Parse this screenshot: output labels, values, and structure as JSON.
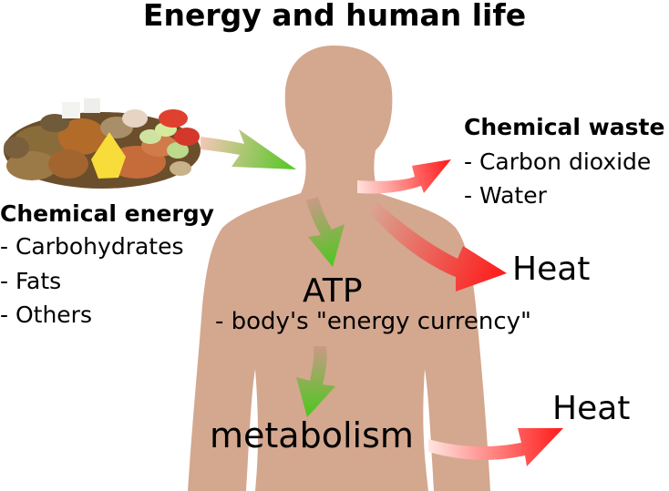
{
  "title": "Energy and human life",
  "chemical_energy": {
    "heading": "Chemical energy",
    "items": [
      "- Carbohydrates",
      "- Fats",
      "- Others"
    ]
  },
  "chemical_waste": {
    "heading": "Chemical waste",
    "items": [
      "- Carbon dioxide",
      "- Water"
    ]
  },
  "atp": {
    "label": "ATP",
    "description": "- body's \"energy currency\""
  },
  "metabolism": "metabolism",
  "heat_upper": "Heat",
  "heat_lower": "Heat",
  "colors": {
    "body": "#d4a78f",
    "arrow_red": "#ff1a1a",
    "arrow_green": "#4fc71f",
    "arrow_fade": "#f0c0b0"
  },
  "icons": [
    "food-plate-image",
    "human-silhouette",
    "arrow-icons"
  ]
}
